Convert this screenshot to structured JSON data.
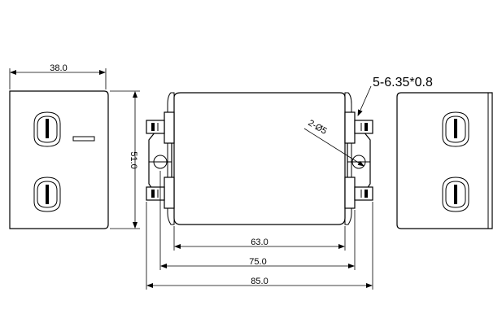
{
  "dimensions": {
    "width_38": "38.0",
    "height_51": "51.0",
    "width_63": "63.0",
    "width_75": "75.0",
    "width_85": "85.0",
    "terminal_spec": "5-6.35*0.8",
    "hole_spec": "2-Ø5"
  },
  "colors": {
    "line": "#000000",
    "background": "#ffffff"
  }
}
